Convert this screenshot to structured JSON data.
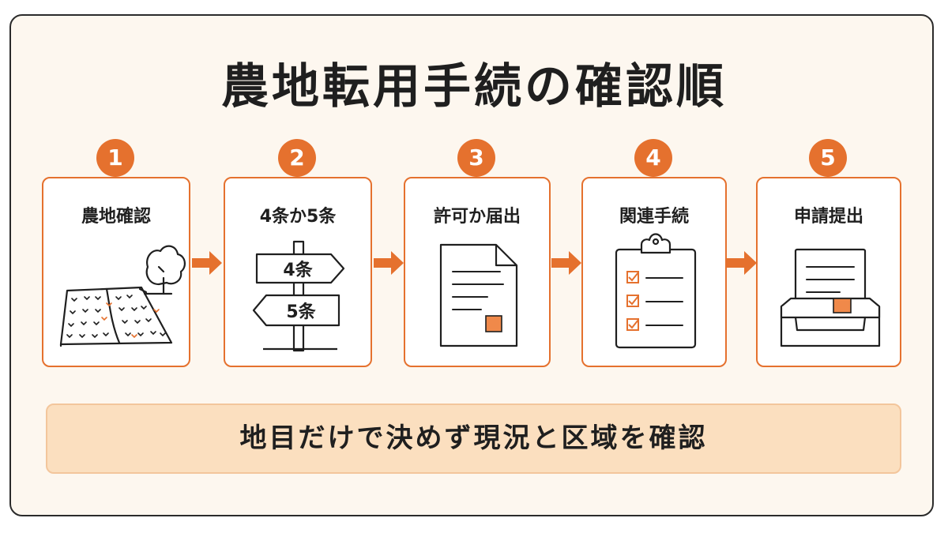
{
  "title": "農地転用手続の確認順",
  "colors": {
    "accent": "#e5712e",
    "dark": "#2b2b2b",
    "panel": "#fdf7ef",
    "note_bg": "#fbdfbf"
  },
  "steps": [
    {
      "number": "1",
      "label": "農地確認",
      "icon": "farmland-tree-icon"
    },
    {
      "number": "2",
      "label": "4条か5条",
      "icon": "signpost-icon",
      "sign_top": "4条",
      "sign_bottom": "5条"
    },
    {
      "number": "3",
      "label": "許可か届出",
      "icon": "document-icon"
    },
    {
      "number": "4",
      "label": "関連手続",
      "icon": "clipboard-checklist-icon"
    },
    {
      "number": "5",
      "label": "申請提出",
      "icon": "inbox-tray-icon"
    }
  ],
  "note": "地目だけで決めず現況と区域を確認"
}
